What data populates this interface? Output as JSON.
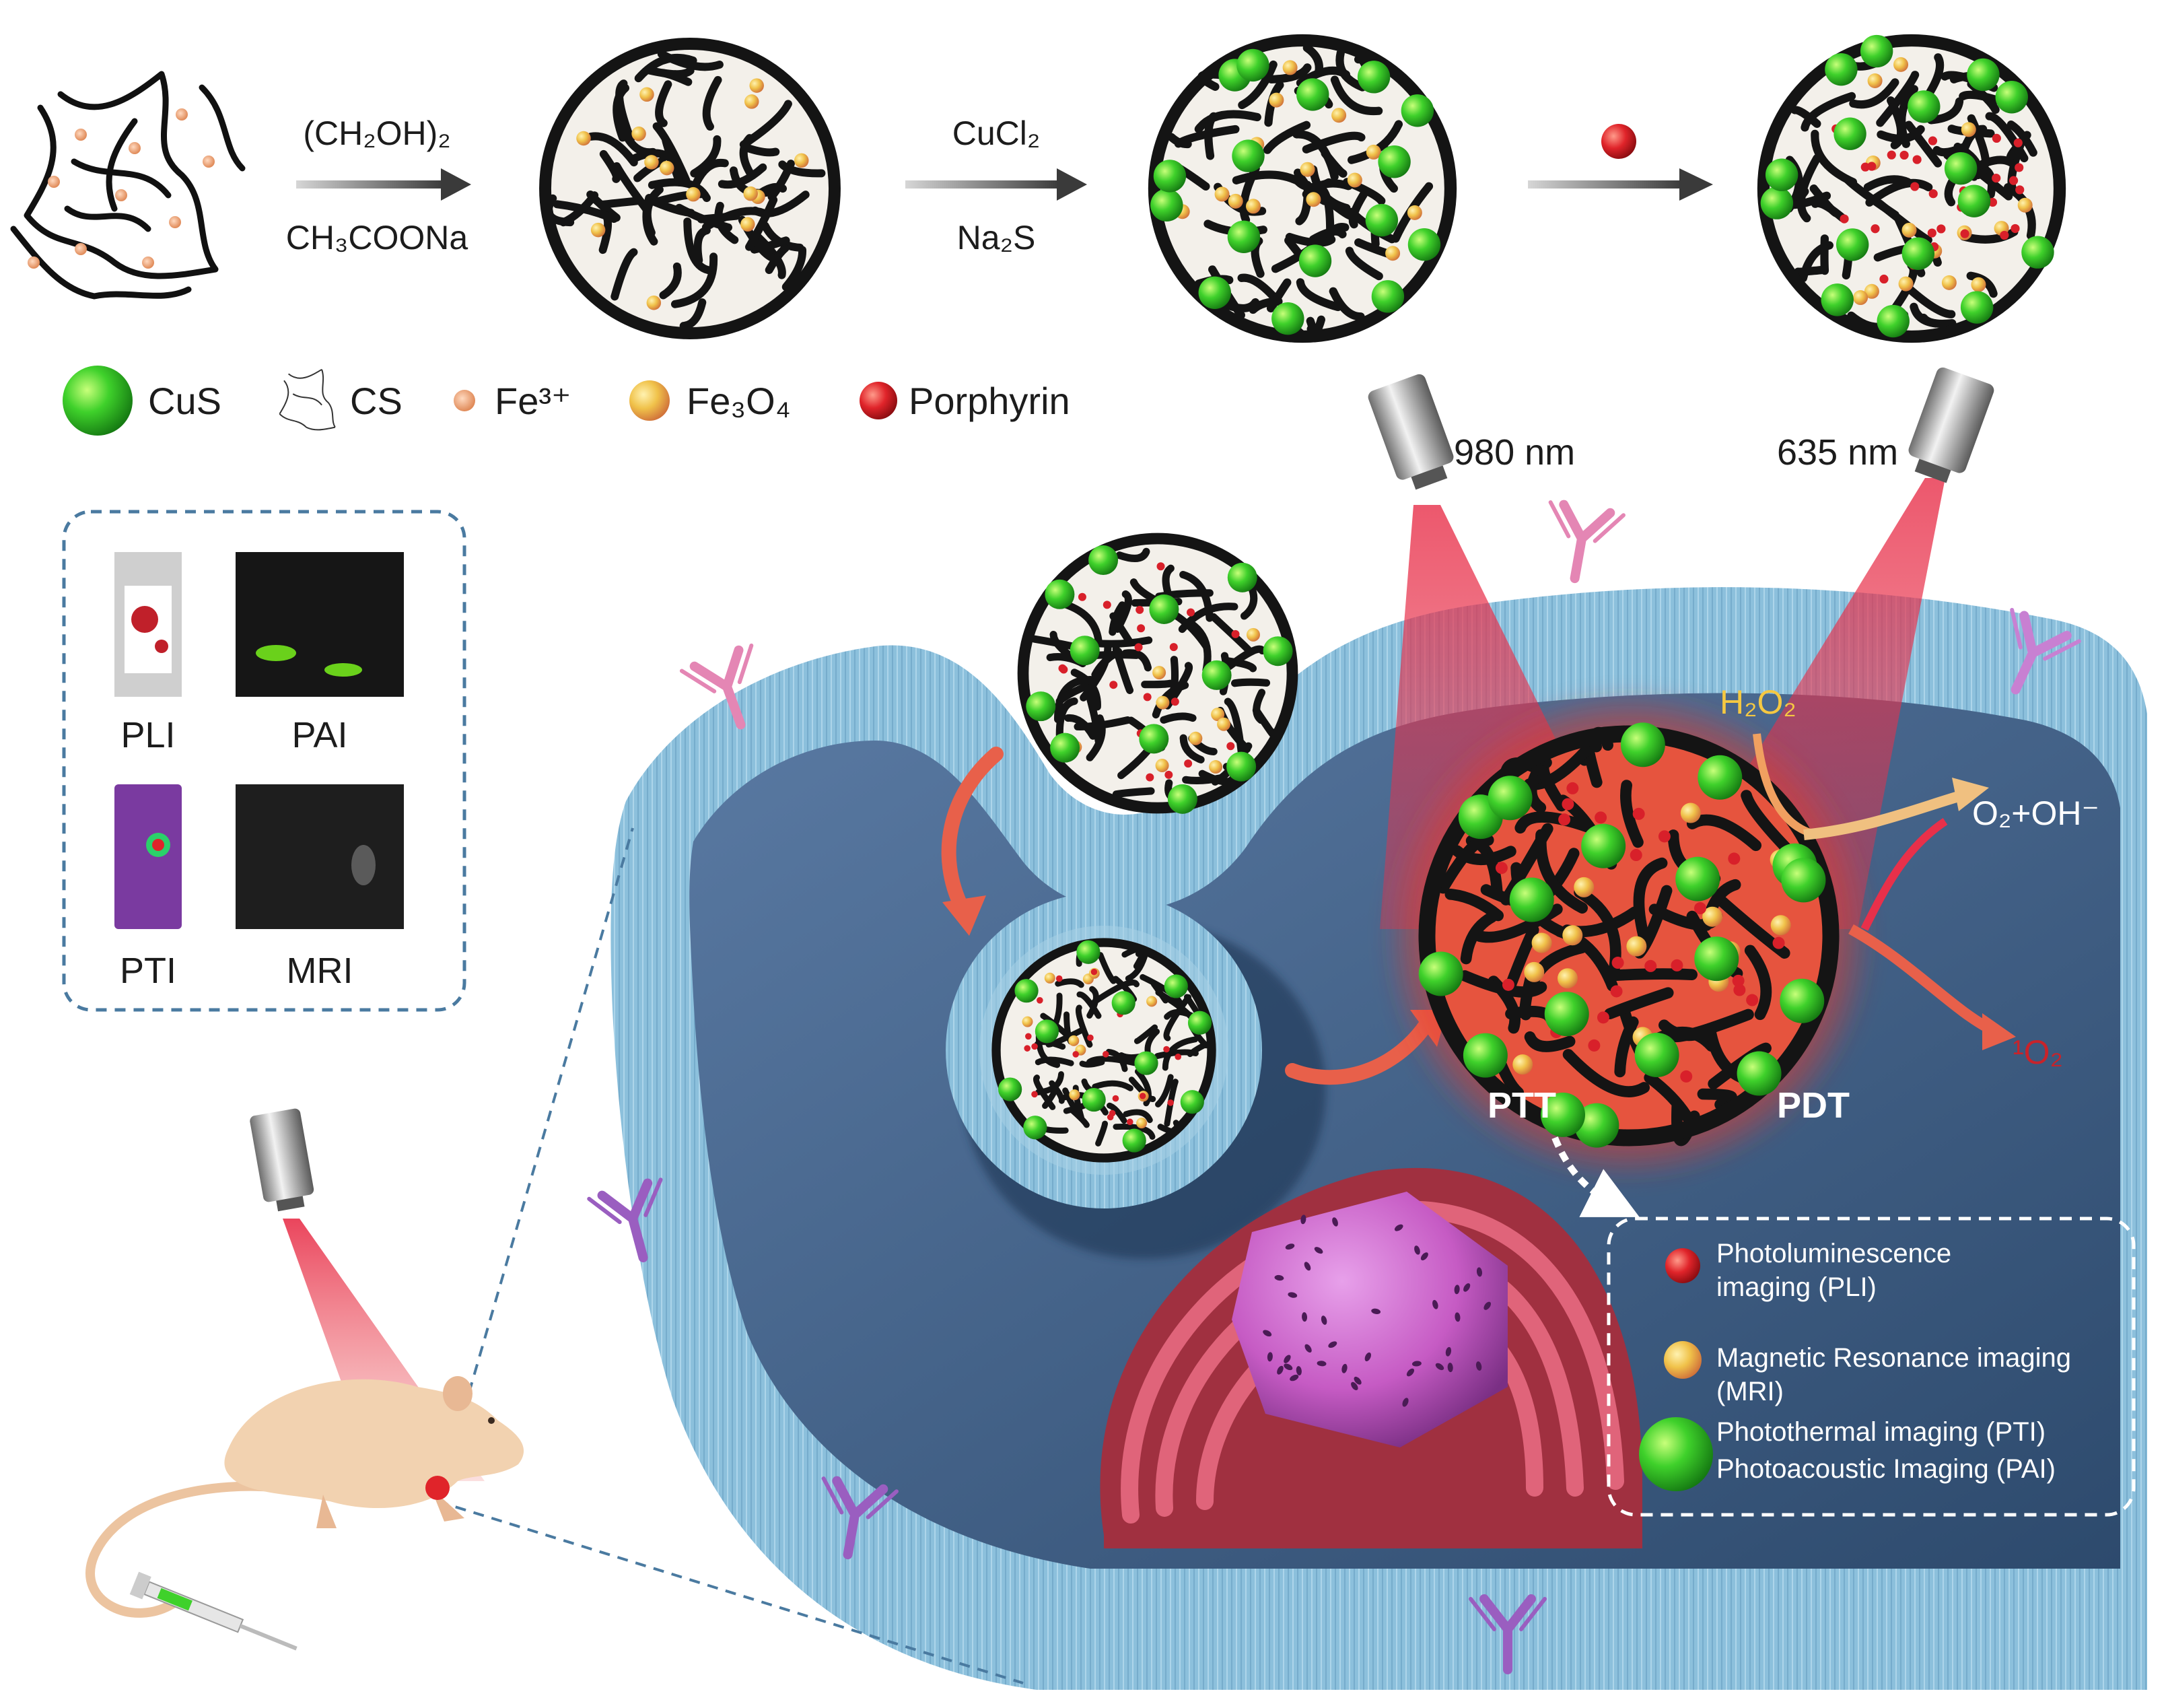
{
  "colors": {
    "cus": "#3fd12b",
    "fe3": "#e8a37a",
    "fe3o4": "#f0c24a",
    "porphyrin": "#e0242a",
    "membrane": "#8cc0dc",
    "cytoplasm": "#3f5e85",
    "laser": "#e8304a",
    "organelle_er": "#e0647a",
    "organelle_nucleus": "#c65bc4"
  },
  "synthesis": {
    "step1_reagent_top": "(CH₂OH)₂",
    "step1_reagent_bottom": "CH₃COONa",
    "step2_reagent_top": "CuCl₂",
    "step2_reagent_bottom": "Na₂S"
  },
  "legend": [
    {
      "name": "CuS",
      "icon": "green-sphere-icon"
    },
    {
      "name": "CS",
      "icon": "cs-network-icon"
    },
    {
      "name": "Fe³⁺",
      "icon": "fe3-dot-icon"
    },
    {
      "name": "Fe₃O₄",
      "icon": "fe3o4-sphere-icon"
    },
    {
      "name": "Porphyrin",
      "icon": "red-sphere-icon"
    }
  ],
  "lasers": {
    "left": "980 nm",
    "right": "635 nm"
  },
  "imaging_panel": {
    "labels": [
      "PLI",
      "PAI",
      "PTI",
      "MRI"
    ]
  },
  "reactions": {
    "h2o2": "H₂O₂",
    "o2_oh": "O₂+OH⁻",
    "singlet_o2": "¹O₂",
    "ptt": "PTT",
    "pdt": "PDT"
  },
  "imaging_legend": [
    {
      "line1": "Photoluminescence",
      "line2": "imaging (PLI)",
      "icon": "red-sphere-icon"
    },
    {
      "line1": "Magnetic Resonance imaging",
      "line2": "(MRI)",
      "icon": "fe3o4-sphere-icon"
    },
    {
      "line1": "Photothermal imaging (PTI)",
      "line2": "Photoacoustic Imaging (PAI)",
      "icon": "green-sphere-icon"
    }
  ]
}
